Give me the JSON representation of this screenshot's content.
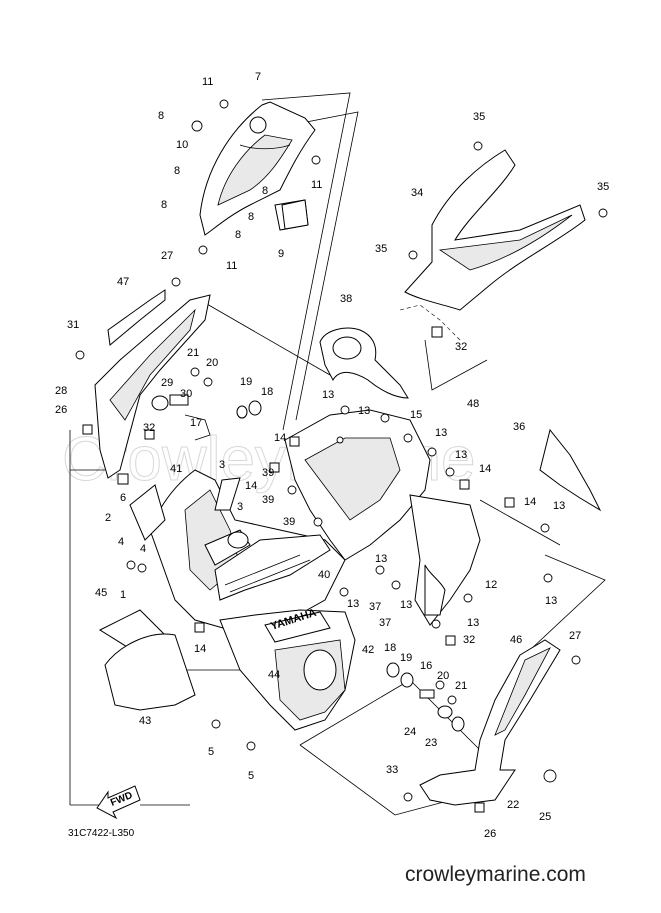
{
  "diagram_code": "31C7422-L350",
  "watermark_text": "CrowleyMarine",
  "website": "crowleymarine.com",
  "direction_label": "FWD",
  "brand_mark": "YAMAHA",
  "callouts": [
    {
      "id": "c7",
      "label": "7"
    },
    {
      "id": "c11a",
      "label": "11"
    },
    {
      "id": "c8a",
      "label": "8"
    },
    {
      "id": "c10",
      "label": "10"
    },
    {
      "id": "c8b",
      "label": "8"
    },
    {
      "id": "c8c",
      "label": "8"
    },
    {
      "id": "c8d",
      "label": "8"
    },
    {
      "id": "c11b",
      "label": "11"
    },
    {
      "id": "c8e",
      "label": "8"
    },
    {
      "id": "c8f",
      "label": "8"
    },
    {
      "id": "c9",
      "label": "9"
    },
    {
      "id": "c11c",
      "label": "11"
    },
    {
      "id": "c35a",
      "label": "35"
    },
    {
      "id": "c35b",
      "label": "35"
    },
    {
      "id": "c34",
      "label": "34"
    },
    {
      "id": "c35c",
      "label": "35"
    },
    {
      "id": "c32a",
      "label": "32"
    },
    {
      "id": "c27a",
      "label": "27"
    },
    {
      "id": "c47",
      "label": "47"
    },
    {
      "id": "c31",
      "label": "31"
    },
    {
      "id": "c21a",
      "label": "21"
    },
    {
      "id": "c20a",
      "label": "20"
    },
    {
      "id": "c29",
      "label": "29"
    },
    {
      "id": "c30",
      "label": "30"
    },
    {
      "id": "c19a",
      "label": "19"
    },
    {
      "id": "c18a",
      "label": "18"
    },
    {
      "id": "c28",
      "label": "28"
    },
    {
      "id": "c26a",
      "label": "26"
    },
    {
      "id": "c32b",
      "label": "32"
    },
    {
      "id": "c17",
      "label": "17"
    },
    {
      "id": "c38",
      "label": "38"
    },
    {
      "id": "c13a",
      "label": "13"
    },
    {
      "id": "c13b",
      "label": "13"
    },
    {
      "id": "c15",
      "label": "15"
    },
    {
      "id": "c48",
      "label": "48"
    },
    {
      "id": "c13c",
      "label": "13"
    },
    {
      "id": "c36",
      "label": "36"
    },
    {
      "id": "c14a",
      "label": "14"
    },
    {
      "id": "c13d",
      "label": "13"
    },
    {
      "id": "c14b",
      "label": "14"
    },
    {
      "id": "c14c",
      "label": "14"
    },
    {
      "id": "c13e",
      "label": "13"
    },
    {
      "id": "c3a",
      "label": "3"
    },
    {
      "id": "c41",
      "label": "41"
    },
    {
      "id": "c14d",
      "label": "14"
    },
    {
      "id": "c39a",
      "label": "39"
    },
    {
      "id": "c39b",
      "label": "39"
    },
    {
      "id": "c6",
      "label": "6"
    },
    {
      "id": "c2",
      "label": "2"
    },
    {
      "id": "c3b",
      "label": "3"
    },
    {
      "id": "c39c",
      "label": "39"
    },
    {
      "id": "c4a",
      "label": "4"
    },
    {
      "id": "c4b",
      "label": "4"
    },
    {
      "id": "c13f",
      "label": "13"
    },
    {
      "id": "c40",
      "label": "40"
    },
    {
      "id": "c12",
      "label": "12"
    },
    {
      "id": "c13g",
      "label": "13"
    },
    {
      "id": "c37a",
      "label": "37"
    },
    {
      "id": "c13h",
      "label": "13"
    },
    {
      "id": "c37b",
      "label": "37"
    },
    {
      "id": "c13i",
      "label": "13"
    },
    {
      "id": "c1",
      "label": "1"
    },
    {
      "id": "c45",
      "label": "45"
    },
    {
      "id": "c13j",
      "label": "13"
    },
    {
      "id": "c14e",
      "label": "14"
    },
    {
      "id": "c42",
      "label": "42"
    },
    {
      "id": "c32c",
      "label": "32"
    },
    {
      "id": "c46",
      "label": "46"
    },
    {
      "id": "c27b",
      "label": "27"
    },
    {
      "id": "c44",
      "label": "44"
    },
    {
      "id": "c18b",
      "label": "18"
    },
    {
      "id": "c19b",
      "label": "19"
    },
    {
      "id": "c16",
      "label": "16"
    },
    {
      "id": "c20b",
      "label": "20"
    },
    {
      "id": "c21b",
      "label": "21"
    },
    {
      "id": "c24",
      "label": "24"
    },
    {
      "id": "c23",
      "label": "23"
    },
    {
      "id": "c43",
      "label": "43"
    },
    {
      "id": "c5a",
      "label": "5"
    },
    {
      "id": "c5b",
      "label": "5"
    },
    {
      "id": "c33",
      "label": "33"
    },
    {
      "id": "c22",
      "label": "22"
    },
    {
      "id": "c25",
      "label": "25"
    },
    {
      "id": "c26b",
      "label": "26"
    }
  ]
}
